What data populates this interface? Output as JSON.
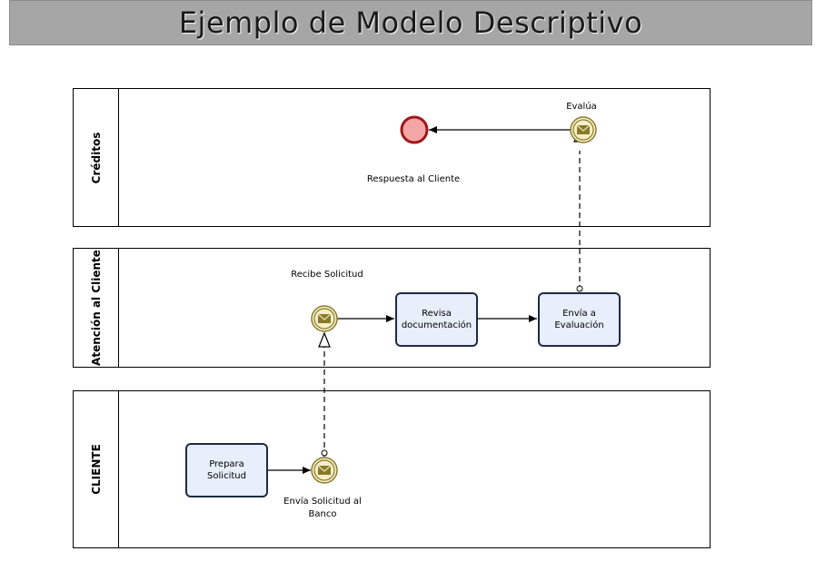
{
  "title": "Ejemplo de Modelo Descriptivo",
  "lanes": [
    {
      "name": "Créditos"
    },
    {
      "name": "Atención al Cliente"
    },
    {
      "name": "CLIENTE"
    }
  ],
  "tasks": {
    "revisa": "Revisa\ndocumentación",
    "envia_evaluacion": "Envía a\nEvaluación",
    "prepara": "Prepara Solicitud"
  },
  "events": {
    "evalua": "Evalúa",
    "respuesta": "Respuesta al Cliente",
    "recibe": "Recibe Solicitud",
    "envia_solicitud": "Envía Solicitud al\nBanco"
  },
  "colors": {
    "end_event_fill": "#f4a6a6",
    "end_event_stroke": "#a01818",
    "message_event_fill": "#f6efc8",
    "message_event_stroke": "#8a7a2a",
    "task_fill": "#e8eefa",
    "task_stroke": "#1f2a44",
    "title_bar": "#a6a6a6"
  }
}
